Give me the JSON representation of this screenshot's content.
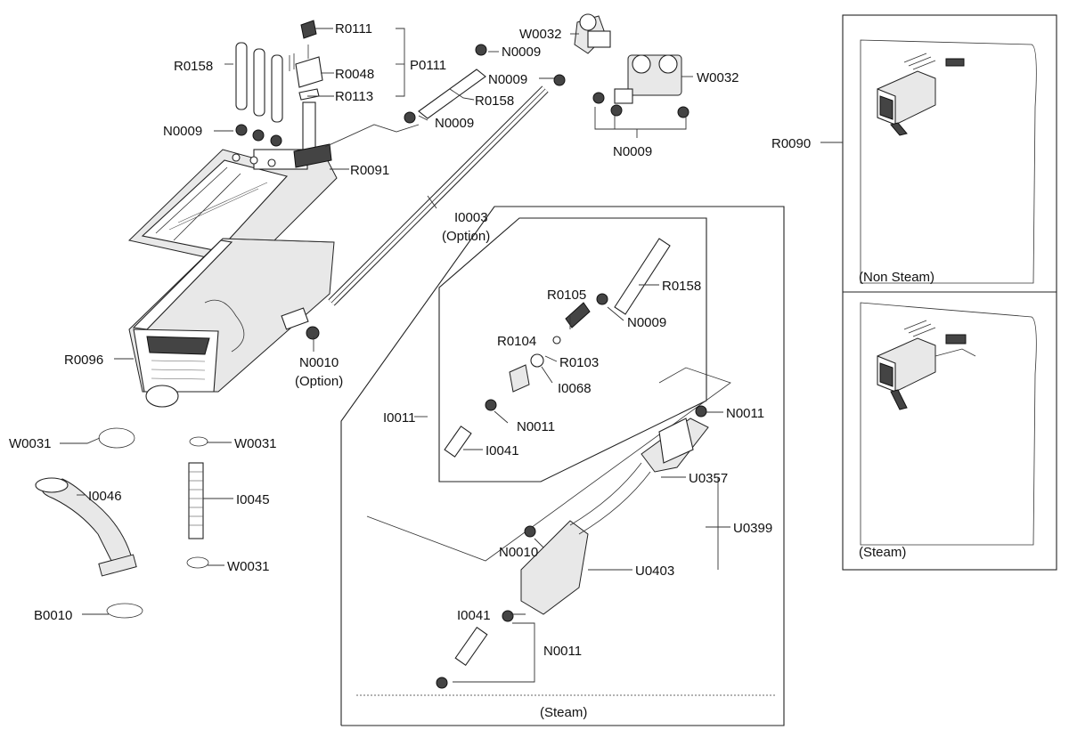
{
  "labels": {
    "r0111": "R0111",
    "r0158_top": "R0158",
    "r0048": "R0048",
    "p0111": "P0111",
    "r0113": "R0113",
    "n0009_left": "N0009",
    "r0091": "R0091",
    "w0032_top": "W0032",
    "n0009_top": "N0009",
    "n0009_mid": "N0009",
    "r0158_hose": "R0158",
    "n0009_hose": "N0009",
    "w0032_right": "W0032",
    "n0009_valve": "N0009",
    "i0003": "I0003",
    "i0003_note": "(Option)",
    "r0096": "R0096",
    "n0010_main": "N0010",
    "n0010_note": "(Option)",
    "w0031_a": "W0031",
    "w0031_b": "W0031",
    "i0046": "I0046",
    "i0045": "I0045",
    "w0031_c": "W0031",
    "b0010": "B0010",
    "r0158_steam": "R0158",
    "r0105": "R0105",
    "n0009_steam": "N0009",
    "r0104": "R0104",
    "r0103": "R0103",
    "i0068": "I0068",
    "i0011": "I0011",
    "n0011_a": "N0011",
    "i0041_a": "I0041",
    "n0011_b": "N0011",
    "u0357": "U0357",
    "u0399": "U0399",
    "n0010_steam": "N0010",
    "u0403": "U0403",
    "i0041_b": "I0041",
    "n0011_c": "N0011",
    "steam_caption": "(Steam)",
    "r0090": "R0090",
    "non_steam_caption": "(Non Steam)",
    "steam_panel_caption": "(Steam)"
  }
}
